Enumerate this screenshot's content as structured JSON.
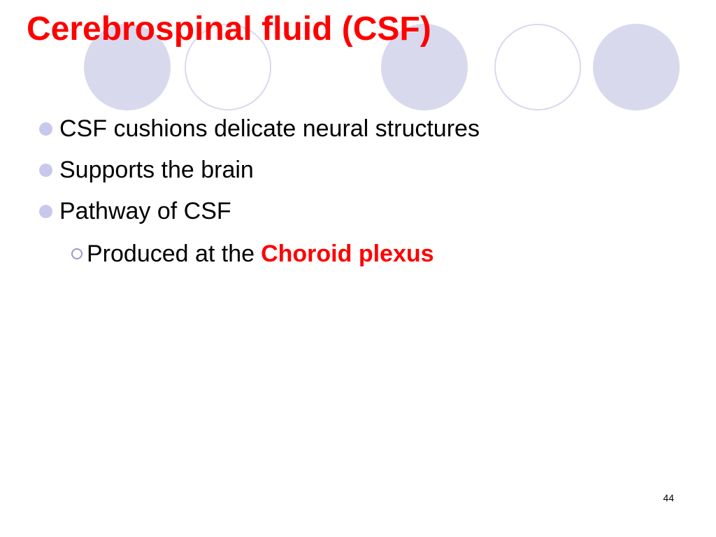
{
  "slide": {
    "title": "Cerebrospinal fluid (CSF)",
    "bullets": [
      "CSF cushions delicate neural structures",
      "Supports the brain",
      "Pathway of CSF"
    ],
    "sub_bullet": {
      "text": "Produced at the",
      "highlight": "Choroid plexus"
    },
    "page_number": "44"
  },
  "colors": {
    "title": "#ff0000",
    "highlight": "#ff0000",
    "decoration": "#d9d9ee",
    "bullet_marker": "#c8c8ec",
    "text": "#000000"
  },
  "decorations": {
    "circles": [
      "filled",
      "outline",
      "filled",
      "outline",
      "filled"
    ]
  }
}
